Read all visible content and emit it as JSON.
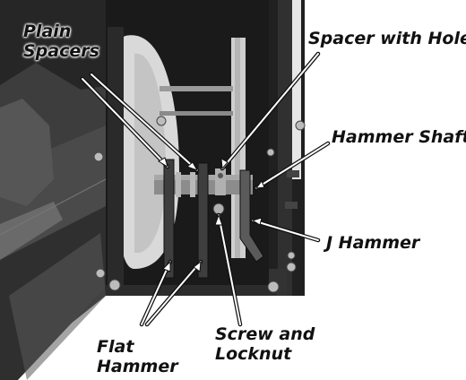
{
  "labels": {
    "plain_spacers": [
      "Plain",
      "Spacers"
    ],
    "spacer_with_hole": "Spacer with Hole",
    "hammer_shaft": "Hammer Shaft",
    "j_hammer": "J Hammer",
    "screw_and_locknut": [
      "Screw and",
      "Locknut"
    ],
    "flat_hammer": [
      "Flat",
      "Hammer"
    ]
  },
  "colors": {
    "machine_dark": "#1c1c1c",
    "machine_mid": "#3a3a3a",
    "plate_light": "#d8d8d8",
    "metal_gray": "#8c8c8c",
    "leader": "#ffffff"
  }
}
